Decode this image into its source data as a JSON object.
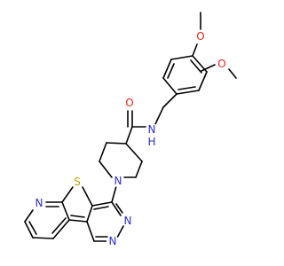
{
  "molecule": {
    "atoms": {
      "o_methoxy_top": {
        "symbol": "O",
        "color": "#e8261a"
      },
      "o_methoxy_right": {
        "symbol": "O",
        "color": "#e8261a"
      },
      "o_amide": {
        "symbol": "O",
        "color": "#e8261a"
      },
      "n_amide": {
        "symbol": "N",
        "hydrogen": "H",
        "color": "#2d2dd6"
      },
      "n_piperidine": {
        "symbol": "N",
        "color": "#2d2dd6"
      },
      "n_pyrimidine_upper": {
        "symbol": "N",
        "color": "#2d2dd6"
      },
      "n_pyrimidine_lower": {
        "symbol": "N",
        "color": "#2d2dd6"
      },
      "n_pyridine": {
        "symbol": "N",
        "color": "#2d2dd6"
      },
      "s_thiophene": {
        "symbol": "S",
        "color": "#b8a000"
      }
    },
    "bond_color": "#000000"
  }
}
